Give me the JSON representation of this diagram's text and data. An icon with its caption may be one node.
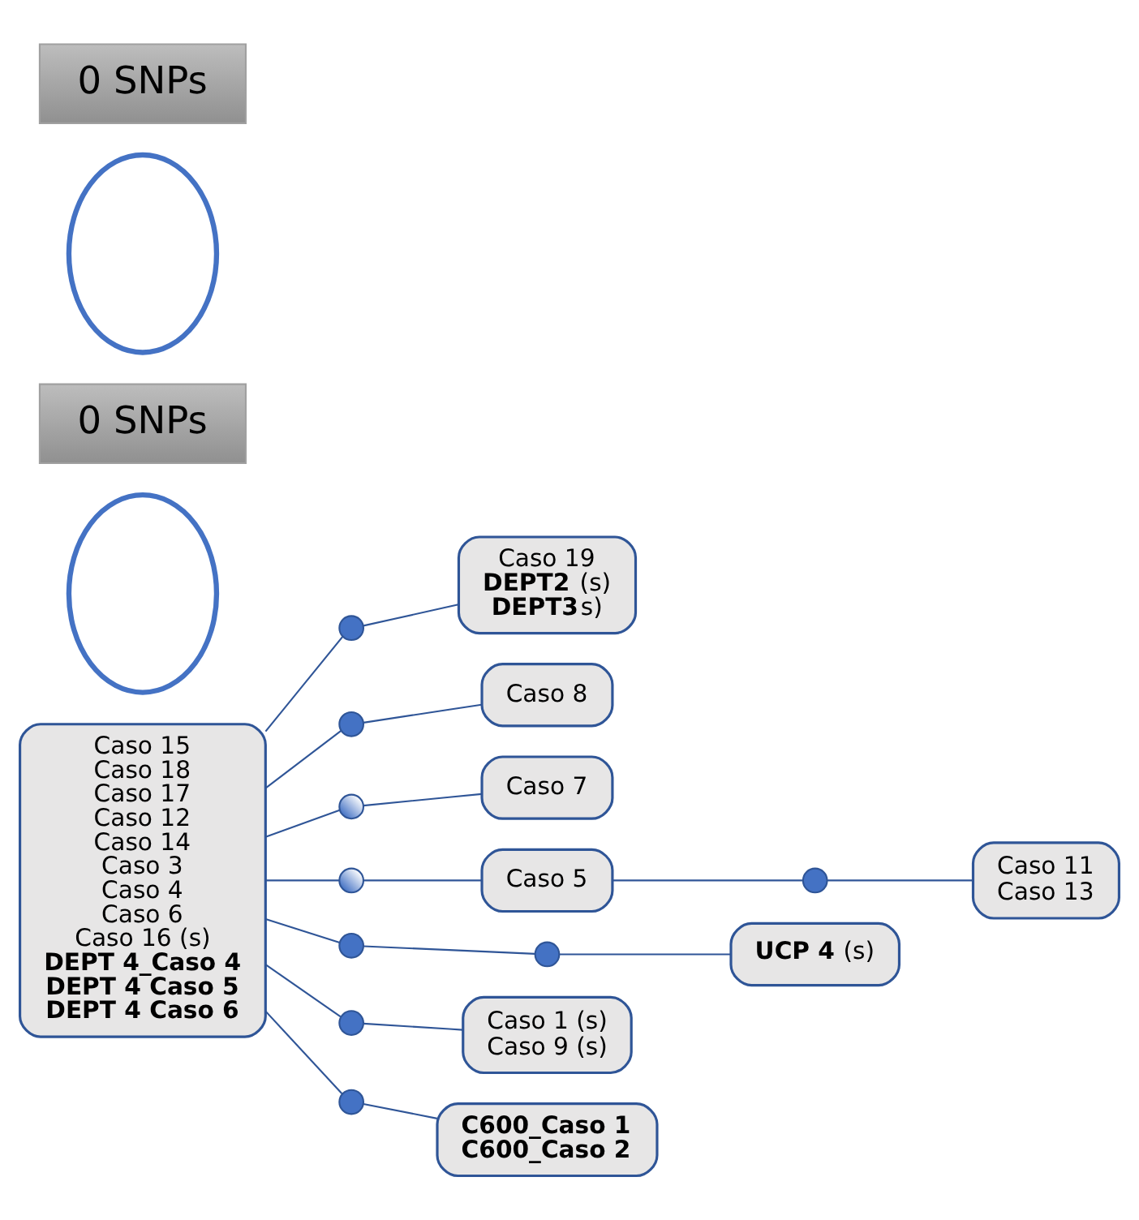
{
  "diagram": {
    "nodes": [
      {
        "text": [
          "Caso 19",
          "**DEPT2** (s)",
          "**DEPT3**s)"
        ]
      },
      {
        "text": [],
        "shape": "ellipse"
      },
      {
        "text": [
          "0 SNPs"
        ]
      },
      {
        "text": [
          "Caso 15",
          "Caso 18",
          "Caso 17",
          "Caso 12",
          "Caso 14",
          "Caso 3",
          "Caso 4",
          "Caso 6",
          "Caso 16 (s)",
          "DEPT 4_Caso 4",
          "DEPT 4 Caso 5",
          "DEPT 4 Caso 6"
        ]
      },
      {
        "text": [
          "Caso 8"
        ]
      },
      {
        "text": [
          "Caso 7"
        ]
      },
      {
        "text": [
          "Caso 5"
        ]
      },
      {
        "text": [
          "Caso 11",
          "Caso 13"
        ]
      },
      {
        "text": [],
        "shape": "circle"
      },
      {
        "text": [],
        "shape": "circle"
      },
      {
        "text": [],
        "shape": "circle"
      },
      {
        "text": [],
        "shape": "circle"
      },
      {
        "text": [],
        "shape": "circle"
      },
      {
        "text": [],
        "shape": "circle"
      },
      {
        "text": [],
        "shape": "circle"
      },
      {
        "text": [
          "**UCP 4** (s)"
        ]
      },
      {
        "text": [],
        "shape": "circle"
      },
      {
        "text": [
          "Caso 1 (s)",
          "Caso 9 (s)"
        ]
      },
      {
        "text": [],
        "shape": "circle"
      },
      {
        "text": [
          "C600_Caso 1",
          "C600_Caso 2"
        ]
      },
      {
        "text": [],
        "shape": "ellipse"
      },
      {
        "text": [
          "0 SNPs"
        ]
      }
    ],
    "edges": [
      {
        "from": 3,
        "to": 8,
        "arrow": "none"
      },
      {
        "from": 8,
        "to": 0,
        "arrow": "none"
      },
      {
        "from": 3,
        "to": 9,
        "arrow": "none"
      },
      {
        "from": 9,
        "to": 4,
        "arrow": "none"
      },
      {
        "from": 3,
        "to": 10,
        "arrow": "none"
      },
      {
        "from": 10,
        "to": 5,
        "arrow": "none"
      },
      {
        "from": 3,
        "to": 11,
        "arrow": "none"
      },
      {
        "from": 11,
        "to": 6,
        "arrow": "none"
      },
      {
        "from": 6,
        "to": 12,
        "arrow": "none"
      },
      {
        "from": 12,
        "to": 7,
        "arrow": "none"
      },
      {
        "from": 3,
        "to": 13,
        "arrow": "none"
      },
      {
        "from": 13,
        "to": 14,
        "arrow": "none"
      },
      {
        "from": 14,
        "to": 15,
        "arrow": "none"
      },
      {
        "from": 3,
        "to": 16,
        "arrow": "none"
      },
      {
        "from": 16,
        "to": 17,
        "arrow": "none"
      },
      {
        "from": 3,
        "to": 18,
        "arrow": "none"
      },
      {
        "from": 18,
        "to": 19,
        "arrow": "none"
      }
    ]
  }
}
